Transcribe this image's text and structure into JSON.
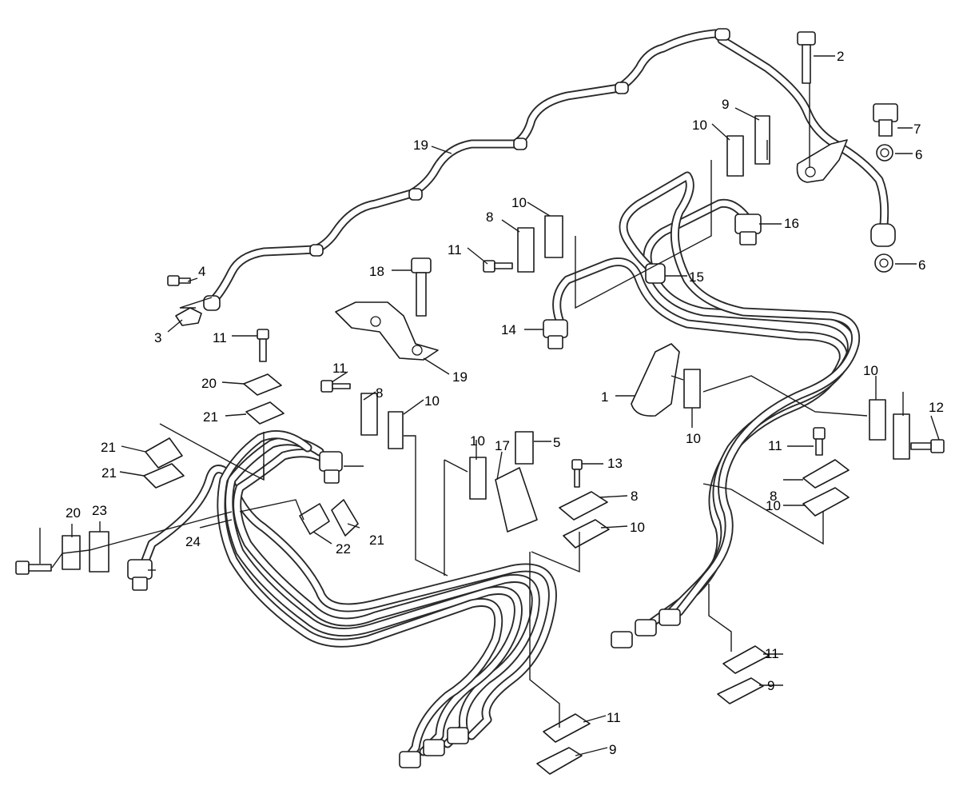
{
  "diagram": {
    "callouts": [
      "1",
      "2",
      "3",
      "4",
      "5",
      "6",
      "6",
      "7",
      "8",
      "8",
      "8",
      "8",
      "9",
      "9",
      "9",
      "10",
      "10",
      "10",
      "10",
      "10",
      "10",
      "10",
      "10",
      "11",
      "11",
      "11",
      "11",
      "11",
      "11",
      "12",
      "13",
      "14",
      "15",
      "16",
      "17",
      "18",
      "19",
      "19",
      "20",
      "20",
      "21",
      "21",
      "21",
      "21",
      "22",
      "23",
      "24"
    ],
    "parts": [
      "bracket",
      "bolt",
      "clamp",
      "bolt",
      "bolt",
      "washer",
      "bolt",
      "clamp-plate",
      "clamp-cushion",
      "clamp",
      "bolt",
      "fitting",
      "fitting",
      "fitting",
      "bracket",
      "bolt",
      "leak-off-line",
      "bracket",
      "clamp",
      "clamp-plate",
      "clamp-cushion",
      "pipe-set",
      "fitting",
      "fitting"
    ]
  }
}
